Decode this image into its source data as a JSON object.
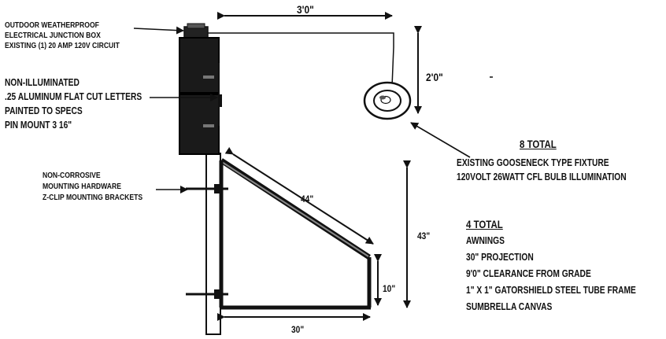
{
  "junction_box": {
    "lines": [
      "OUTDOOR WEATHERPROOF",
      "ELECTRICAL JUNCTION BOX",
      "EXISTING (1) 20 AMP 120V CIRCUIT"
    ]
  },
  "letters": {
    "lines": [
      "NON-ILLUMINATED",
      ".25 ALUMINUM FLAT CUT LETTERS",
      "PAINTED TO SPECS",
      "PIN MOUNT 3 16\""
    ]
  },
  "hardware": {
    "lines": [
      "NON-CORROSIVE",
      "MOUNTING HARDWARE",
      "Z-CLIP MOUNTING BRACKETS"
    ]
  },
  "fixture": {
    "total": "8 TOTAL",
    "lines": [
      "EXISTING GOOSENECK TYPE FIXTURE",
      "120VOLT 26WATT CFL BULB ILLUMINATION"
    ]
  },
  "awnings": {
    "total": "4 TOTAL",
    "lines": [
      "AWNINGS",
      "30\" PROJECTION",
      "9'0\" CLEARANCE FROM GRADE",
      "1\" X 1\" GATORSHIELD STEEL TUBE FRAME",
      "SUMBRELLA CANVAS"
    ]
  },
  "dimensions": {
    "width_top": "3'0\"",
    "height_fixture": "2'0\"",
    "diagonal": "44\"",
    "height_awning": "43\"",
    "front_height": "10\"",
    "projection": "30\""
  }
}
